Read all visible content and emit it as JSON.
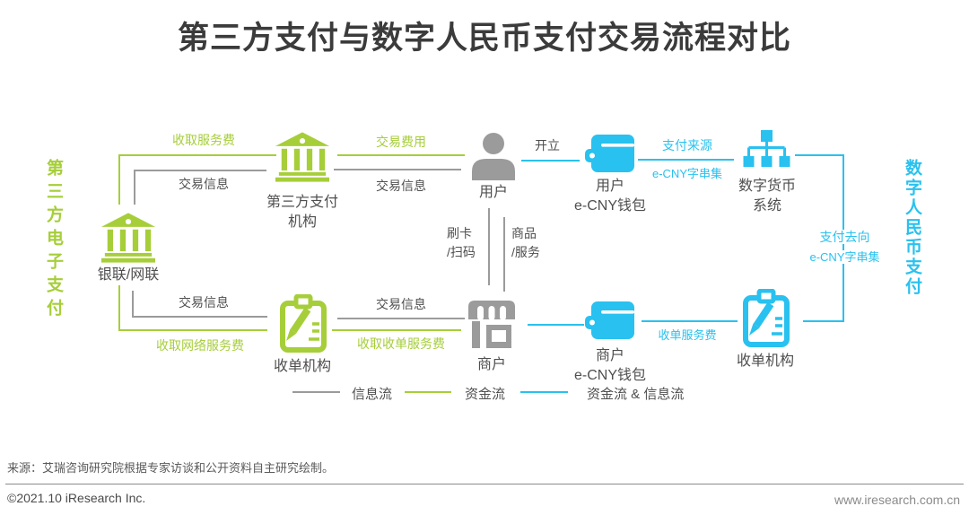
{
  "title": "第三方支付与数字人民币支付交易流程对比",
  "side_labels": {
    "left": "第三方电子支付",
    "right": "数字人民币支付"
  },
  "colors": {
    "green": "#a6ce39",
    "cyan": "#29c1ef",
    "gray": "#9b9b9b",
    "text_dark": "#3b3b3b"
  },
  "nodes": {
    "third_party": {
      "label": "第三方支付\n机构",
      "icon": "bank-icon"
    },
    "unionpay": {
      "label": "银联/网联",
      "icon": "bank-icon"
    },
    "acquirer_left": {
      "label": "收单机构",
      "icon": "clipboard-pen-icon"
    },
    "user": {
      "label": "用户",
      "icon": "person-icon"
    },
    "merchant": {
      "label": "商户",
      "icon": "store-icon"
    },
    "user_wallet": {
      "label": "用户\ne-CNY钱包",
      "icon": "wallet-icon"
    },
    "dc_system": {
      "label": "数字货币\n系统",
      "icon": "hierarchy-icon"
    },
    "merchant_wallet": {
      "label": "商户\ne-CNY钱包",
      "icon": "wallet-icon"
    },
    "acquirer_right": {
      "label": "收单机构",
      "icon": "clipboard-pen-icon"
    }
  },
  "edges": {
    "service_fee": "收取服务费",
    "txn_info_top_left": "交易信息",
    "txn_fee": "交易费用",
    "txn_info_user": "交易信息",
    "open": "开立",
    "pay_source_line1": "支付来源",
    "pay_source_line2": "e-CNY字串集",
    "pay_dest_line1": "支付去向",
    "pay_dest_line2": "e-CNY字串集",
    "acq_service_fee": "收单服务费",
    "swipe_scan": "刷卡\n/扫码",
    "goods_service": "商品\n/服务",
    "txn_info_bottom_left": "交易信息",
    "network_fee": "收取网络服务费",
    "txn_info_merchant": "交易信息",
    "collect_acq_fee": "收取收单服务费"
  },
  "legend": {
    "items": [
      {
        "label": "信息流",
        "color": "#9b9b9b"
      },
      {
        "label": "资金流",
        "color": "#a6ce39"
      },
      {
        "label": "资金流 & 信息流",
        "color": "#29c1ef"
      }
    ]
  },
  "footer": {
    "source": "来源：艾瑞咨询研究院根据专家访谈和公开资料自主研究绘制。",
    "copyright": "©2021.10 iResearch Inc.",
    "website": "www.iresearch.com.cn"
  }
}
